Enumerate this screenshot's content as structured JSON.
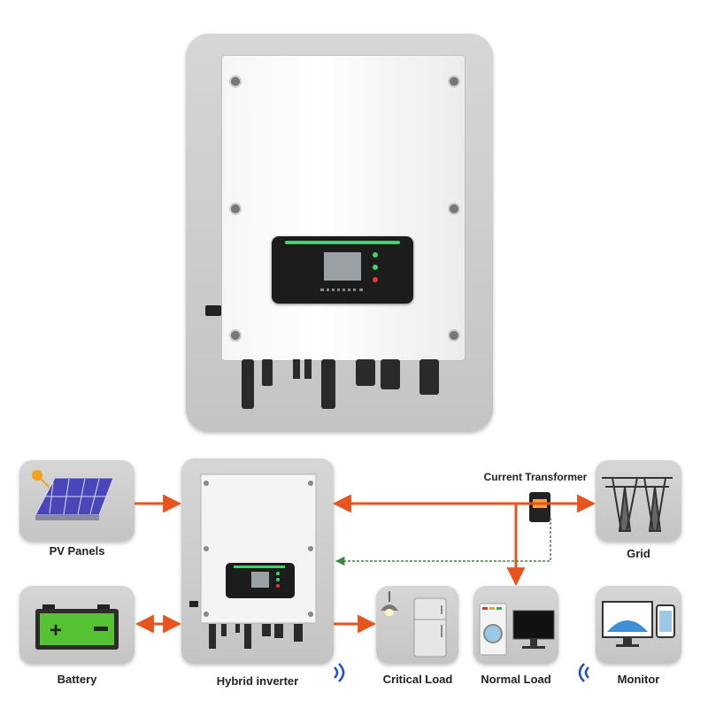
{
  "labels": {
    "pv": "PV Panels",
    "battery": "Battery",
    "inverter": "Hybrid inverter",
    "critical": "Critical Load",
    "normal": "Normal Load",
    "monitor": "Monitor",
    "grid": "Grid",
    "ct": "Current Transformer"
  },
  "colors": {
    "flow_arrow": "#e8541e",
    "comm_line": "#3d8a3a",
    "tile_bg": "#cccccc",
    "display_green": "#3fd36b",
    "wifi_blue": "#2050c8"
  }
}
